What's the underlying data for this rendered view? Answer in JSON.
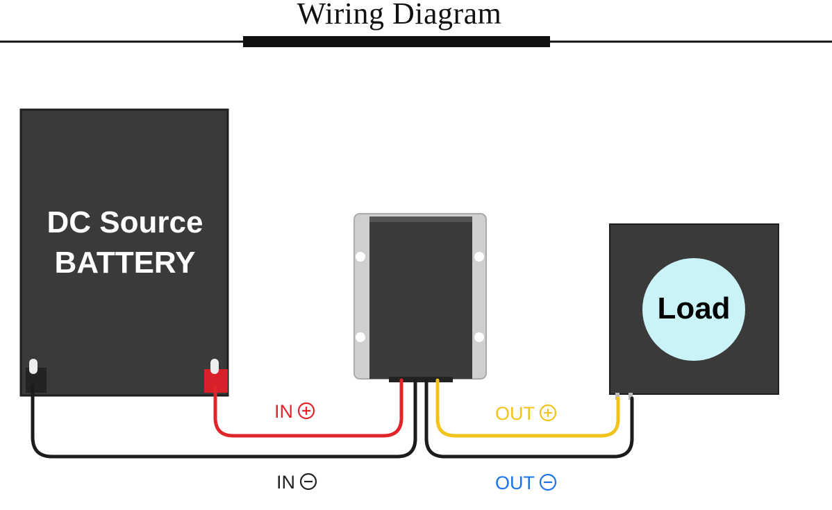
{
  "header": {
    "title": "Wiring Diagram"
  },
  "battery": {
    "line1": "DC Source",
    "line2": "BATTERY"
  },
  "load": {
    "label": "Load"
  },
  "wires": {
    "in_pos": {
      "text": "IN",
      "symbol": "plus-circle-icon",
      "color": "#e0262b"
    },
    "in_neg": {
      "text": "IN",
      "symbol": "minus-circle-icon",
      "color": "#222222"
    },
    "out_pos": {
      "text": "OUT",
      "symbol": "plus-circle-icon",
      "color": "#f2c31a"
    },
    "out_neg": {
      "text": "OUT",
      "symbol": "minus-circle-icon",
      "color": "#1a73e8"
    }
  },
  "colors": {
    "device_body": "#3a3a3a",
    "heatsink": "#c9c9c9",
    "load_circle": "#c9f3f7"
  }
}
